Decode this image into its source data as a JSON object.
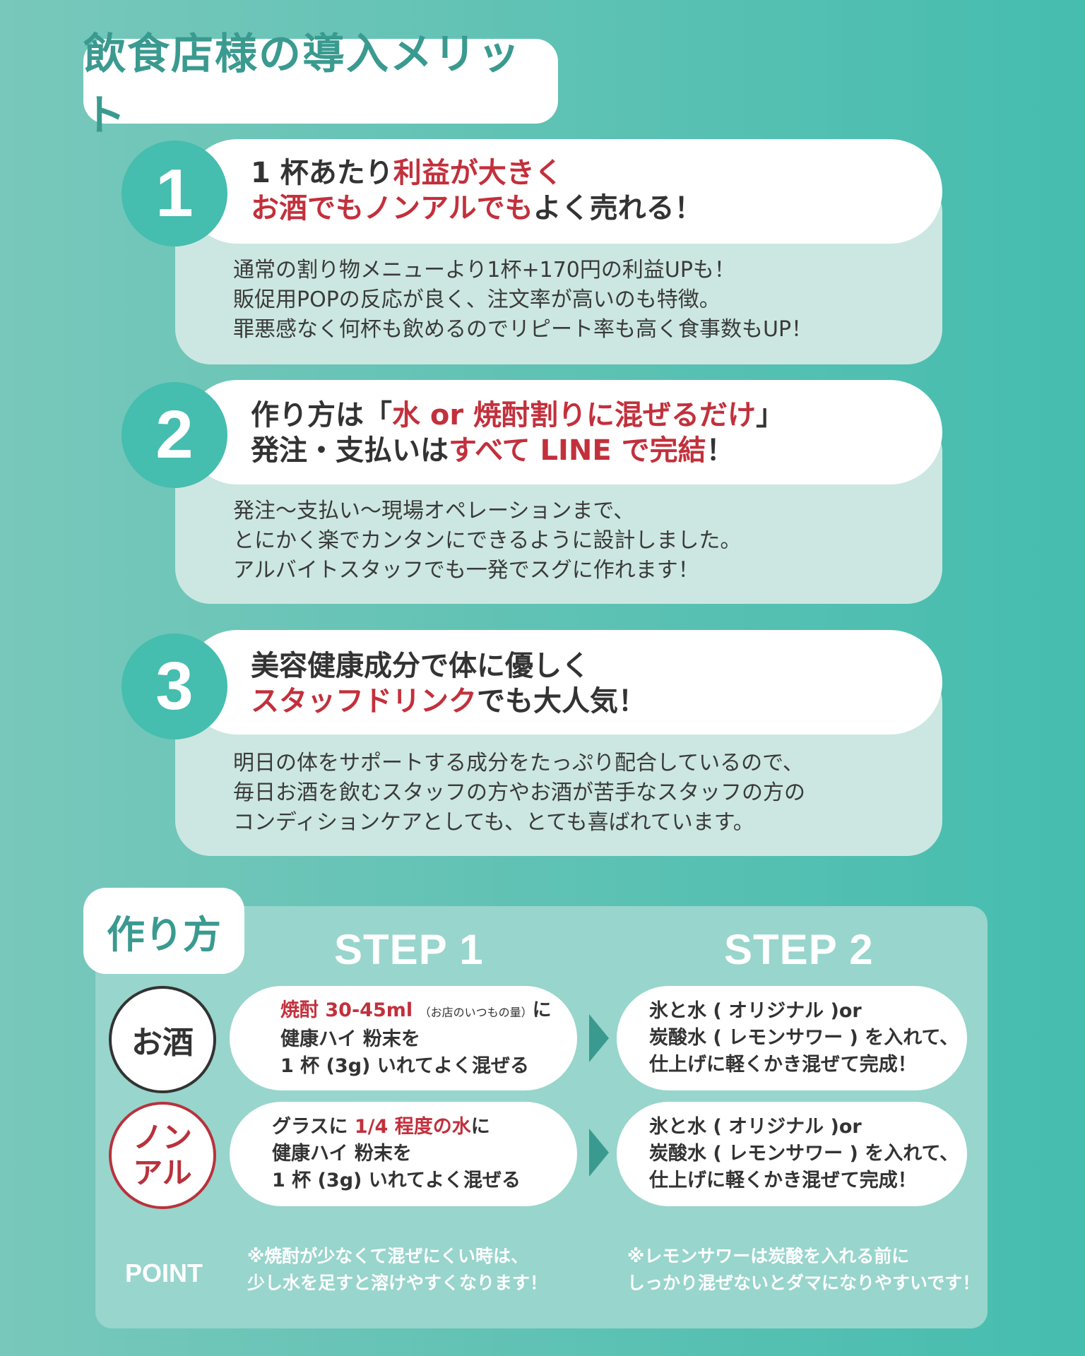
{
  "header": {
    "title": "飲食店様の導入メリット"
  },
  "merits": [
    {
      "number": "1",
      "title_line1_a": "1 杯あたり",
      "title_line1_b": "利益が大きく",
      "title_line2_a": "お酒でもノンアルでも",
      "title_line2_b": "よく売れる！",
      "desc": [
        "通常の割り物メニューより1杯+170円の利益UPも！",
        "販促用POPの反応が良く、注文率が高いのも特徴。",
        "罪悪感なく何杯も飲めるのでリピート率も高く食事数もUP！"
      ]
    },
    {
      "number": "2",
      "title_line1_a": "作り方は「",
      "title_line1_b": "水 or 焼酎割りに混ぜるだけ",
      "title_line1_c": "」",
      "title_line2_a": "発注・支払いは",
      "title_line2_b": "すべて LINE で完結",
      "title_line2_c": "！",
      "desc": [
        "発注〜支払い〜現場オペレーションまで、",
        "とにかく楽でカンタンにできるように設計しました。",
        "アルバイトスタッフでも一発でスグに作れます！"
      ]
    },
    {
      "number": "3",
      "title_line1_a": "美容健康成分で体に優しく",
      "title_line2_a": "スタッフドリンク",
      "title_line2_b": "でも大人気！",
      "desc": [
        "明日の体をサポートする成分をたっぷり配合しているので、",
        "毎日お酒を飲むスタッフの方やお酒が苦手なスタッフの方の",
        "コンディションケアとしても、とても喜ばれています。"
      ]
    }
  ],
  "recipe": {
    "tab_label": "作り方",
    "step1_label": "STEP 1",
    "step2_label": "STEP 2",
    "rows": [
      {
        "type_label": "お酒",
        "step1_line1_red": "焼酎 30-45ml",
        "step1_line1_small": "（お店のいつもの量）",
        "step1_line1_tail": "に",
        "step1_line2": "健康ハイ 粉末を",
        "step1_line3": "1 杯 (3g) いれてよく混ぜる",
        "step2_line1": "氷と水 ( オリジナル )or",
        "step2_line2": "炭酸水 ( レモンサワー ) を入れて、",
        "step2_line3": "仕上げに軽くかき混ぜて完成！"
      },
      {
        "type_label_1": "ノン",
        "type_label_2": "アル",
        "step1_line1_head": "グラスに ",
        "step1_line1_red": "1/4 程度の水",
        "step1_line1_tail": "に",
        "step1_line2": "健康ハイ 粉末を",
        "step1_line3": "1 杯 (3g) いれてよく混ぜる",
        "step2_line1": "氷と水 ( オリジナル )or",
        "step2_line2": "炭酸水 ( レモンサワー ) を入れて、",
        "step2_line3": "仕上げに軽くかき混ぜて完成！"
      }
    ],
    "point": {
      "label": "POINT",
      "note1_line1": "※焼酎が少なくて混ぜにくい時は、",
      "note1_line2": "少し水を足すと溶けやすくなります！",
      "note2_line1": "※レモンサワーは炭酸を入れる前に",
      "note2_line2": "しっかり混ぜないとダマになりやすいです！"
    }
  },
  "colors": {
    "teal_bg": "#5fc2b4",
    "teal_dark": "#3a9a90",
    "teal_circle": "#45bdaf",
    "card_light": "#cce7e1",
    "recipe_panel": "#98d5cc",
    "accent_red": "#c2303c",
    "text_dark": "#333333"
  }
}
